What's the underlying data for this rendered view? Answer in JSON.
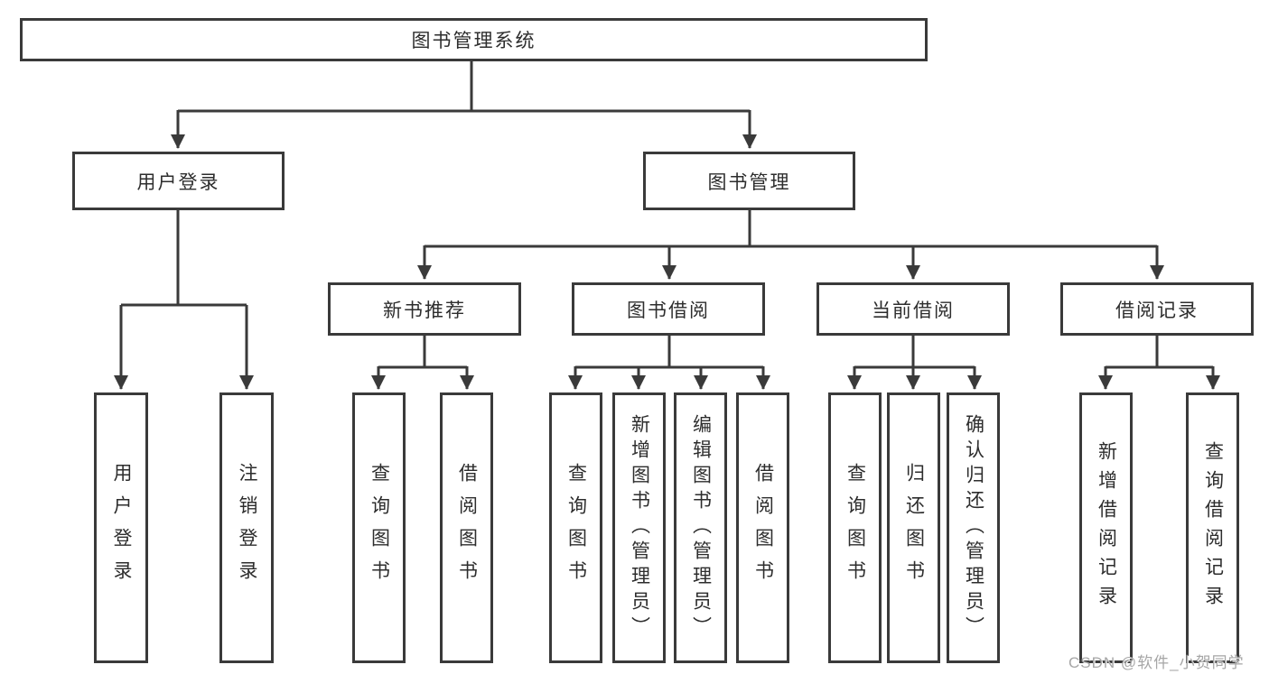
{
  "tree": {
    "root": {
      "label": "图书管理系统",
      "children": [
        {
          "label": "用户登录",
          "children": [
            {
              "label": "用户登录"
            },
            {
              "label": "注销登录"
            }
          ]
        },
        {
          "label": "图书管理",
          "children": [
            {
              "label": "新书推荐",
              "children": [
                {
                  "label": "查询图书"
                },
                {
                  "label": "借阅图书"
                }
              ]
            },
            {
              "label": "图书借阅",
              "children": [
                {
                  "label": "查询图书"
                },
                {
                  "label": "新增图书（管理员）"
                },
                {
                  "label": "编辑图书（管理员）"
                },
                {
                  "label": "借阅图书"
                }
              ]
            },
            {
              "label": "当前借阅",
              "children": [
                {
                  "label": "查询图书"
                },
                {
                  "label": "归还图书"
                },
                {
                  "label": "确认归还（管理员）"
                }
              ]
            },
            {
              "label": "借阅记录",
              "children": [
                {
                  "label": "新增借阅记录"
                },
                {
                  "label": "查询借阅记录"
                }
              ]
            }
          ]
        }
      ]
    }
  },
  "watermark": {
    "text": "CSDN @软件_小贺同学"
  },
  "colors": {
    "line": "#3a3a3a",
    "text": "#2d2d2d",
    "watermark": "#a6a6a6",
    "bg": "#ffffff"
  }
}
